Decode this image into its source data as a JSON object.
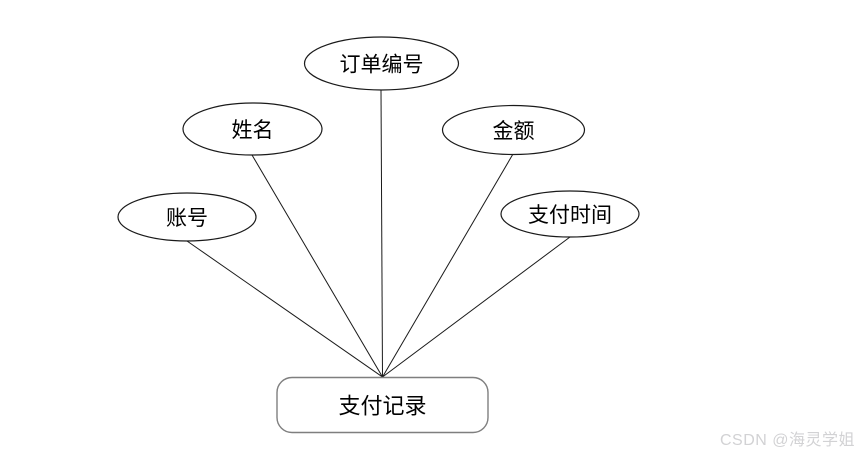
{
  "diagram": {
    "type": "er-attribute-diagram",
    "entity": {
      "id": "payment-record",
      "label": "支付记录"
    },
    "attributes": [
      {
        "id": "order-number",
        "label": "订单编号"
      },
      {
        "id": "name",
        "label": "姓名"
      },
      {
        "id": "amount",
        "label": "金额"
      },
      {
        "id": "account",
        "label": "账号"
      },
      {
        "id": "payment-time",
        "label": "支付时间"
      }
    ],
    "colors": {
      "attribute_stroke": "#1a1a1a",
      "entity_stroke": "#7f7f7f",
      "line": "#1a1a1a",
      "text": "#000000",
      "background": "#ffffff"
    }
  },
  "watermark": {
    "label": "CSDN @海灵学姐",
    "color": "#d2d2d4"
  }
}
